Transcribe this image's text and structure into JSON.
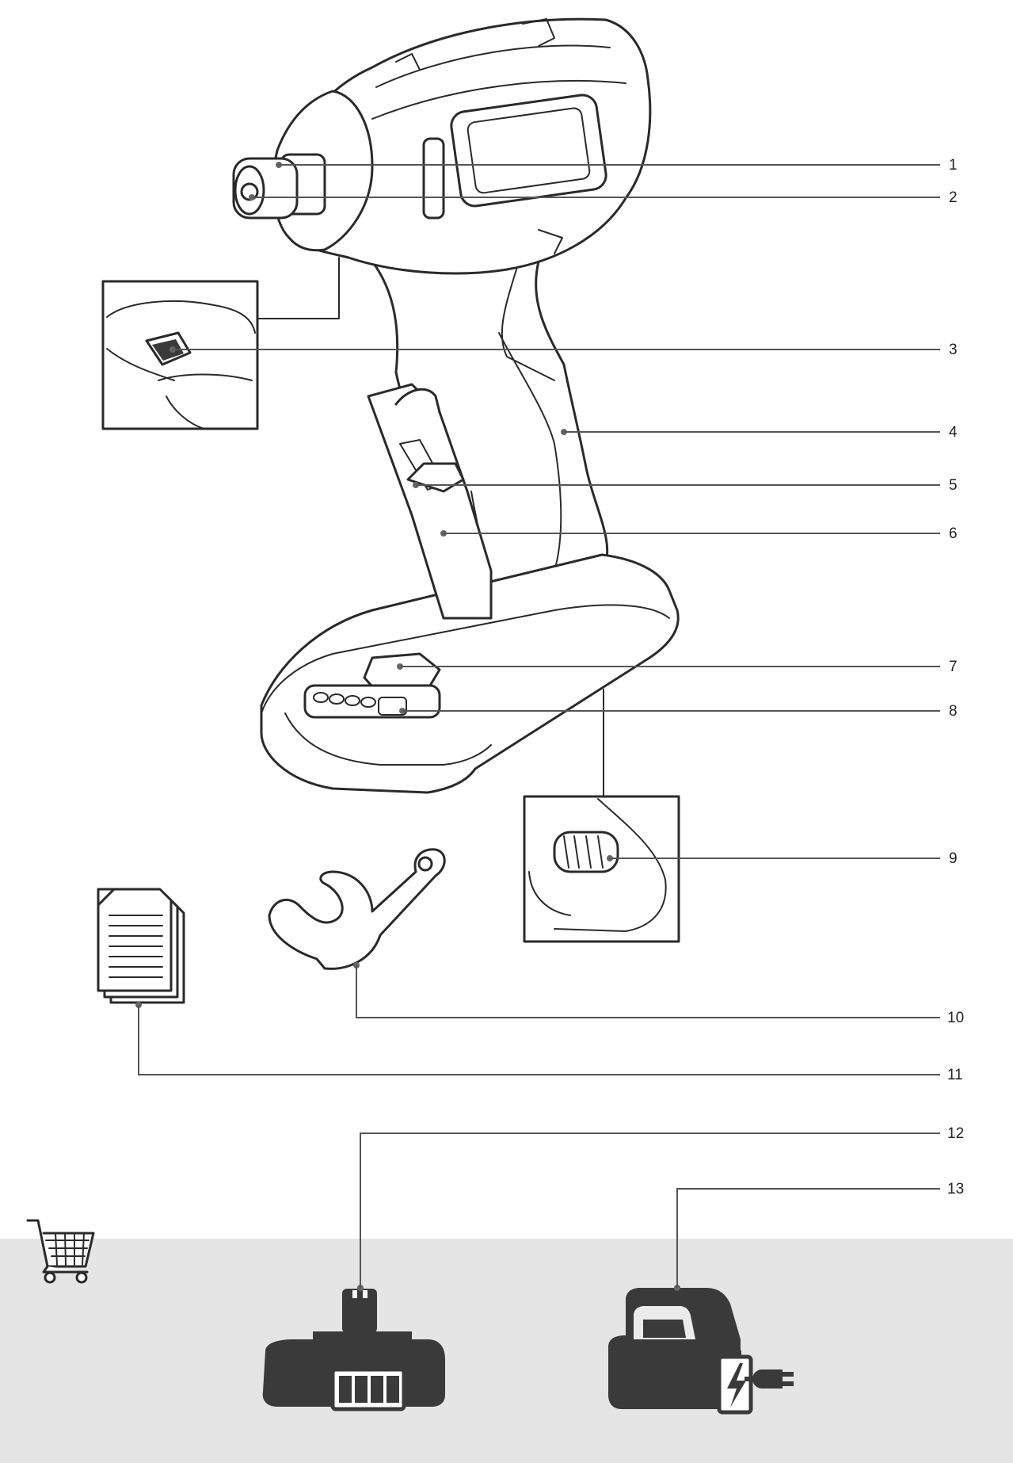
{
  "callouts": [
    {
      "id": "1",
      "label": "1"
    },
    {
      "id": "2",
      "label": "2"
    },
    {
      "id": "3",
      "label": "3"
    },
    {
      "id": "4",
      "label": "4"
    },
    {
      "id": "5",
      "label": "5"
    },
    {
      "id": "6",
      "label": "6"
    },
    {
      "id": "7",
      "label": "7"
    },
    {
      "id": "8",
      "label": "8"
    },
    {
      "id": "9",
      "label": "9"
    },
    {
      "id": "10",
      "label": "10"
    },
    {
      "id": "11",
      "label": "11"
    },
    {
      "id": "12",
      "label": "12"
    },
    {
      "id": "13",
      "label": "13"
    }
  ],
  "icons": {
    "accessories": "shopping-cart-icon",
    "battery_level": "battery-full-icon",
    "charging": "charging-battery-icon",
    "mains": "power-plug-icon"
  },
  "colors": {
    "accessory_band": "#e5e5e5",
    "line_art": "#2a2a2a",
    "leader": "#555555"
  }
}
